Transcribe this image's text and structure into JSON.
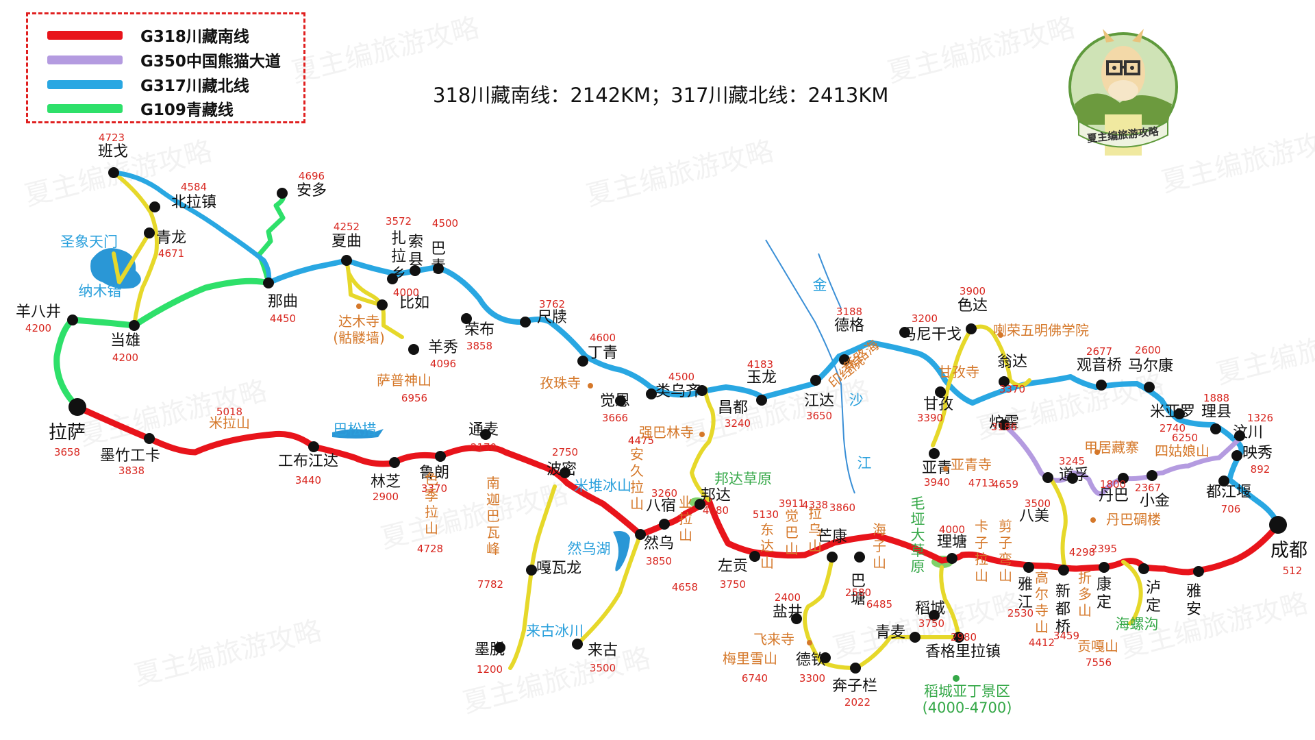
{
  "legend": [
    {
      "label": "G318川藏南线",
      "color": "#e8141b"
    },
    {
      "label": "G350中国熊猫大道",
      "color": "#b49be0"
    },
    {
      "label": "G317川藏北线",
      "color": "#29a7e2"
    },
    {
      "label": "G109青藏线",
      "color": "#2ee06a"
    }
  ],
  "headline": "318川藏南线：2142KM；317川藏北线：2413KM",
  "logo_text": "夏主编旅游攻略",
  "watermark": "夏主编旅游攻略",
  "route_colors": {
    "g318": "#e8141b",
    "g350": "#b49be0",
    "g317": "#29a7e2",
    "g109": "#2ee06a",
    "branch": "#e6d82a",
    "node": "#111111",
    "river": "#3a8fd6"
  },
  "towns": [
    {
      "name": "班戈",
      "elev": "4723"
    },
    {
      "name": "北拉镇",
      "elev": "4584"
    },
    {
      "name": "安多",
      "elev": "4696"
    },
    {
      "name": "青龙",
      "elev": "4671"
    },
    {
      "name": "那曲",
      "elev": "4450"
    },
    {
      "name": "夏曲",
      "elev": "4252"
    },
    {
      "name": "扎拉乡",
      "elev": "3572"
    },
    {
      "name": "索县",
      "elev": ""
    },
    {
      "name": "巴青",
      "elev": "4500"
    },
    {
      "name": "比如",
      "elev": "4000"
    },
    {
      "name": "羊秀",
      "elev": "4096"
    },
    {
      "name": "荣布",
      "elev": "3858"
    },
    {
      "name": "尺牍",
      "elev": "3762"
    },
    {
      "name": "丁青",
      "elev": "4600"
    },
    {
      "name": "觉恩",
      "elev": "3666"
    },
    {
      "name": "类乌齐",
      "elev": "4500"
    },
    {
      "name": "昌都",
      "elev": "3240"
    },
    {
      "name": "玉龙",
      "elev": "4183"
    },
    {
      "name": "江达",
      "elev": "3650"
    },
    {
      "name": "德格",
      "elev": "3188"
    },
    {
      "name": "马尼干戈",
      "elev": "3200"
    },
    {
      "name": "甘孜",
      "elev": "3390"
    },
    {
      "name": "亚青",
      "elev": "3940"
    },
    {
      "name": "色达",
      "elev": "3900"
    },
    {
      "name": "翁达",
      "elev": "3370"
    },
    {
      "name": "观音桥",
      "elev": "2677"
    },
    {
      "name": "马尔康",
      "elev": "2600"
    },
    {
      "name": "炉霍",
      "elev": "3186"
    },
    {
      "name": "米亚罗",
      "elev": "2740"
    },
    {
      "name": "理县",
      "elev": "1888"
    },
    {
      "name": "汶川",
      "elev": "1326"
    },
    {
      "name": "映秀",
      "elev": "892"
    },
    {
      "name": "都江堰",
      "elev": "706"
    },
    {
      "name": "成都",
      "elev": "512"
    },
    {
      "name": "羊八井",
      "elev": "4200"
    },
    {
      "name": "当雄",
      "elev": "4200"
    },
    {
      "name": "拉萨",
      "elev": "3658"
    },
    {
      "name": "墨竹工卡",
      "elev": "3838"
    },
    {
      "name": "工布江达",
      "elev": "3440"
    },
    {
      "name": "林芝",
      "elev": "2900"
    },
    {
      "name": "鲁朗",
      "elev": "3370"
    },
    {
      "name": "通麦",
      "elev": "2170"
    },
    {
      "name": "波密",
      "elev": "2750"
    },
    {
      "name": "嘎瓦龙",
      "elev": ""
    },
    {
      "name": "墨脱",
      "elev": "1200"
    },
    {
      "name": "来古",
      "elev": "3500"
    },
    {
      "name": "然乌",
      "elev": "3850"
    },
    {
      "name": "八宿",
      "elev": "3260"
    },
    {
      "name": "邦达",
      "elev": "4080"
    },
    {
      "name": "左贡",
      "elev": "3750"
    },
    {
      "name": "芒康",
      "elev": "3860"
    },
    {
      "name": "巴塘",
      "elev": "2580"
    },
    {
      "name": "盐井",
      "elev": "2400"
    },
    {
      "name": "德钦",
      "elev": "3300"
    },
    {
      "name": "奔子栏",
      "elev": "2022"
    },
    {
      "name": "青麦",
      "elev": ""
    },
    {
      "name": "香格里拉镇",
      "elev": "2980"
    },
    {
      "name": "稻城",
      "elev": "3750"
    },
    {
      "name": "理塘",
      "elev": "4000"
    },
    {
      "name": "雅江",
      "elev": "2530"
    },
    {
      "name": "新都桥",
      "elev": "3459"
    },
    {
      "name": "八美",
      "elev": "3500"
    },
    {
      "name": "道孚",
      "elev": "3245"
    },
    {
      "name": "丹巴",
      "elev": "1800"
    },
    {
      "name": "小金",
      "elev": "2367"
    },
    {
      "name": "康定",
      "elev": "2395"
    },
    {
      "name": "泸定",
      "elev": ""
    },
    {
      "name": "雅安",
      "elev": ""
    }
  ],
  "passes": [
    {
      "name": "米拉山",
      "elev": "5018"
    },
    {
      "name": "色季拉山",
      "elev": "4728"
    },
    {
      "name": "南迦巴瓦峰",
      "elev": "7782"
    },
    {
      "name": "安久拉山",
      "elev": "4475"
    },
    {
      "name": "业拉山",
      "elev": "4658"
    },
    {
      "name": "东达山",
      "elev": "5130"
    },
    {
      "name": "觉巴山",
      "elev": "3911"
    },
    {
      "name": "拉乌山",
      "elev": "4338"
    },
    {
      "name": "海子山",
      "elev": "6485"
    },
    {
      "name": "卡子拉山",
      "elev": "4713"
    },
    {
      "name": "剪子弯山",
      "elev": "4659"
    },
    {
      "name": "高尔寺山",
      "elev": "4412"
    },
    {
      "name": "折多山",
      "elev": "4298"
    },
    {
      "name": "梅里雪山",
      "elev": "6740"
    },
    {
      "name": "贡嘎山",
      "elev": "7556"
    },
    {
      "name": "萨普神山",
      "elev": "6956"
    },
    {
      "name": "四姑娘山",
      "elev": "6250"
    }
  ],
  "sights": [
    {
      "name": "达木寺"
    },
    {
      "name": "(骷髅墙)"
    },
    {
      "name": "孜珠寺"
    },
    {
      "name": "强巴林寺"
    },
    {
      "name": "喇荣五明佛学院"
    },
    {
      "name": "甘孜寺"
    },
    {
      "name": "亚青寺"
    },
    {
      "name": "甲居藏寨"
    },
    {
      "name": "丹巴碉楼"
    },
    {
      "name": "飞来寺"
    },
    {
      "name": "新路海"
    },
    {
      "name": "印经院"
    }
  ],
  "lakes": [
    {
      "name": "圣象天门"
    },
    {
      "name": "纳木错"
    },
    {
      "name": "巴松措"
    },
    {
      "name": "米堆冰山"
    },
    {
      "name": "然乌湖"
    },
    {
      "name": "来古冰川"
    }
  ],
  "green_labels": [
    {
      "name": "邦达草原"
    },
    {
      "name": "毛垭大草原"
    },
    {
      "name": "海螺沟"
    },
    {
      "name": "稻城亚丁景区",
      "extra": "(4000-4700)"
    }
  ],
  "rivers": [
    {
      "name": "金"
    },
    {
      "name": "沙"
    },
    {
      "name": "江"
    }
  ]
}
